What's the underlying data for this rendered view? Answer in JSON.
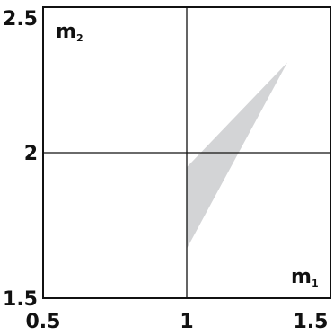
{
  "chart_data": {
    "type": "area",
    "xlabel": {
      "base": "m",
      "sub": "1"
    },
    "ylabel": {
      "base": "m",
      "sub": "2"
    },
    "xlim": [
      0.5,
      1.5
    ],
    "ylim": [
      1.5,
      2.5
    ],
    "xticks": [
      0.5,
      1,
      1.5
    ],
    "yticks": [
      1.5,
      2,
      2.5
    ],
    "xtick_labels": [
      "0.5",
      "1",
      "1.5"
    ],
    "ytick_labels": [
      "1.5",
      "2",
      "2.5"
    ],
    "reference_lines": {
      "x": 1,
      "y": 2
    },
    "region": {
      "polygon": [
        [
          1.0,
          1.67
        ],
        [
          1.0,
          1.95
        ],
        [
          1.35,
          2.31
        ]
      ],
      "color": "#d3d4d6"
    },
    "grid": false
  }
}
